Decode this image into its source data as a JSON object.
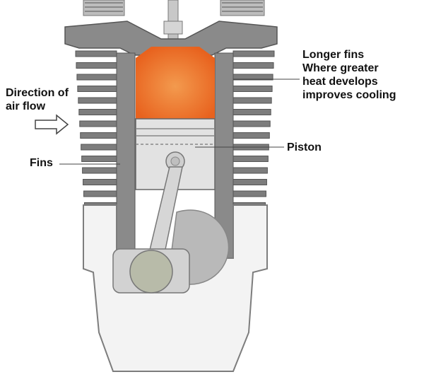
{
  "labels": {
    "longer_fins": {
      "lines": [
        "Longer fins",
        "Where greater",
        "heat develops",
        "improves cooling"
      ]
    },
    "air_flow": {
      "lines": [
        "Direction of",
        "air flow"
      ]
    },
    "piston": "Piston",
    "fins": "Fins"
  },
  "colors": {
    "metal_dark": "#7d7d7d",
    "metal_light": "#dcdcdc",
    "combustion": "#e8621e",
    "combustion_glow": "#f39a4e",
    "crankcase": "#f3f3f3",
    "text": "#111111"
  }
}
